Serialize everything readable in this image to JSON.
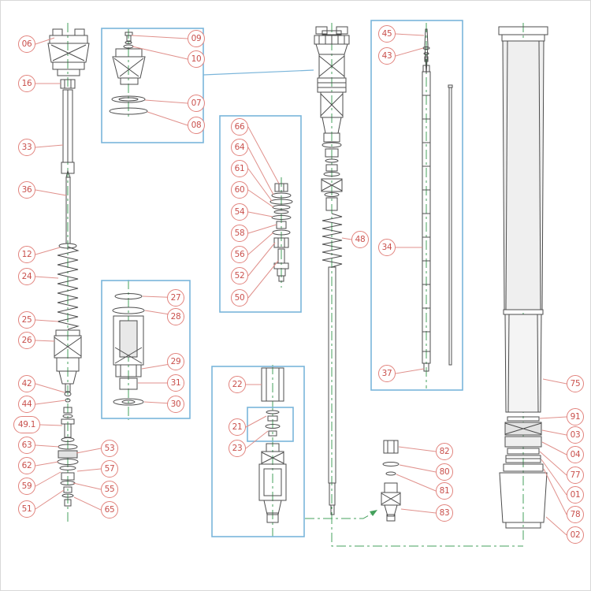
{
  "diagram": {
    "colors": {
      "callout_red": "#c9504c",
      "detail_box_blue": "#7ab5da",
      "centerline_green": "#44a05c",
      "line_art_gray": "#4d4d4d"
    },
    "callouts": {
      "c06": "06",
      "c16": "16",
      "c33": "33",
      "c36": "36",
      "c12": "12",
      "c24": "24",
      "c25": "25",
      "c26": "26",
      "c42": "42",
      "c44": "44",
      "c49_1": "49.1",
      "c63": "63",
      "c62": "62",
      "c59": "59",
      "c51": "51",
      "c53": "53",
      "c57": "57",
      "c55": "55",
      "c65": "65",
      "c09": "09",
      "c10": "10",
      "c07": "07",
      "c08": "08",
      "c66": "66",
      "c64": "64",
      "c61": "61",
      "c60": "60",
      "c54": "54",
      "c58": "58",
      "c56": "56",
      "c52": "52",
      "c50": "50",
      "c27": "27",
      "c28": "28",
      "c29": "29",
      "c31": "31",
      "c30": "30",
      "c22": "22",
      "c21": "21",
      "c23": "23",
      "c48": "48",
      "c45": "45",
      "c43": "43",
      "c34": "34",
      "c37": "37",
      "c82": "82",
      "c80": "80",
      "c81": "81",
      "c83": "83",
      "c75": "75",
      "c91": "91",
      "c03": "03",
      "c04": "04",
      "c77": "77",
      "c01": "01",
      "c78": "78",
      "c02": "02"
    }
  }
}
